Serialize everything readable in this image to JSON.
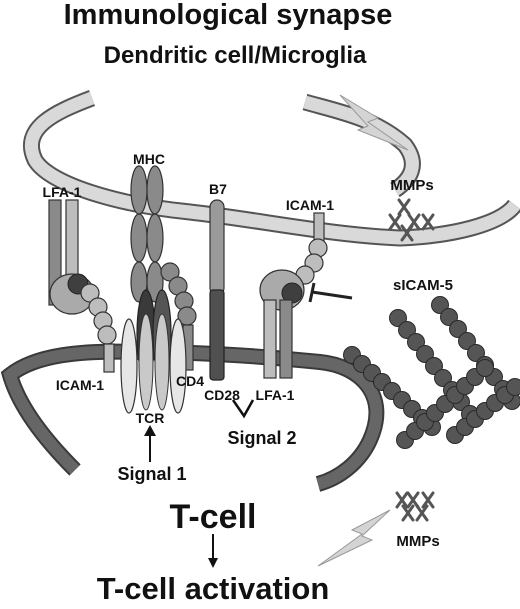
{
  "title": "Immunological synapse",
  "subtitle": "Dendritic cell/Microglia",
  "labels": {
    "mhc": "MHC",
    "b7": "B7",
    "lfa1_top": "LFA-1",
    "icam1_top": "ICAM-1",
    "icam1_bottom": "ICAM-1",
    "cd4": "CD4",
    "cd28": "CD28",
    "lfa1_bottom": "LFA-1",
    "tcr": "TCR",
    "signal1": "Signal 1",
    "signal2": "Signal 2",
    "mmps_top": "MMPs",
    "mmps_bottom": "MMPs",
    "sicam5": "sICAM-5",
    "tcell": "T-cell",
    "tcell_activation": "T-cell activation"
  },
  "colors": {
    "dc_membrane": "#d9d9d9",
    "tcell_membrane": "#666666",
    "mhc": "#8a8a8a",
    "b7": "#9a9a9a",
    "cd28": "#505050",
    "tcr": "#e6e6e6",
    "sicam5": "#555555",
    "lightning": "#d4d4d4"
  }
}
